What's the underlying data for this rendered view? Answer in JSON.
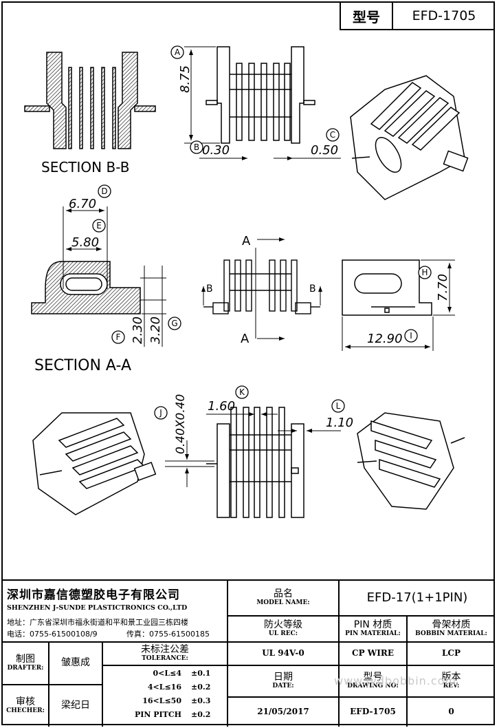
{
  "header": {
    "type_label": "型号",
    "model": "EFD-1705"
  },
  "drawing": {
    "section_bb": "SECTION B-B",
    "section_aa": "SECTION A-A",
    "dims": {
      "A": "8.75",
      "B": "0.30",
      "C": "0.50",
      "D": "6.70",
      "E": "5.80",
      "F": "2.30",
      "G": "3.20",
      "H": "7.70",
      "I": "12.90",
      "J": "0.40X0.40",
      "K": "1.60",
      "L": "1.10"
    },
    "markers": [
      "A",
      "B",
      "C",
      "D",
      "E",
      "F",
      "G",
      "H",
      "I",
      "J",
      "K",
      "L"
    ],
    "cut_a": "A",
    "cut_b": "B"
  },
  "company": {
    "name_zh": "深圳市嘉信德塑胶电子有限公司",
    "name_en": "SHENZHEN J-SUNDE PLASTICTRONICS CO.,LTD",
    "address": "地址：广东省深圳市福永街道和平和景工业园三栋四楼",
    "phone": "电话：0755-61500108/9",
    "fax": "传真：0755-61500185"
  },
  "title_block": {
    "model_name_zh": "品名",
    "model_name_en": "MODEL NAME:",
    "model_name_value": "EFD-17(1+1PIN)",
    "ul_rec_zh": "防火等级",
    "ul_rec_en": "UL REC:",
    "ul_rec_value": "UL 94V-0",
    "pin_material_zh": "PIN 材质",
    "pin_material_en": "PIN MATERIAL:",
    "pin_material_value": "CP WIRE",
    "bobbin_material_zh": "骨架材质",
    "bobbin_material_en": "BOBBIN MATERIAL:",
    "bobbin_material_value": "LCP",
    "drafter_zh": "制图",
    "drafter_en": "DRAFTER:",
    "drafter_name": "皱惠成",
    "checker_zh": "审核",
    "checker_en": "CHECHER:",
    "checker_name": "梁纪日",
    "tolerance_zh": "未标注公差",
    "tolerance_en": "TOLERANCE:",
    "tolerances": [
      {
        "range": "0<L≤4",
        "value": "±0.1"
      },
      {
        "range": "4<L≤16",
        "value": "±0.2"
      },
      {
        "range": "16<L≤50",
        "value": "±0.3"
      },
      {
        "range": "PIN PITCH",
        "value": "±0.2"
      }
    ],
    "date_zh": "日期",
    "date_en": "DATE:",
    "date_value": "21/05/2017",
    "drawing_no_zh": "型号",
    "drawing_no_en": "DRAWING NO:",
    "drawing_no_value": "EFD-1705",
    "rev_zh": "版本",
    "rev_en": "REV:",
    "rev_value": "0"
  },
  "watermark": "www.jydbobbin.com"
}
